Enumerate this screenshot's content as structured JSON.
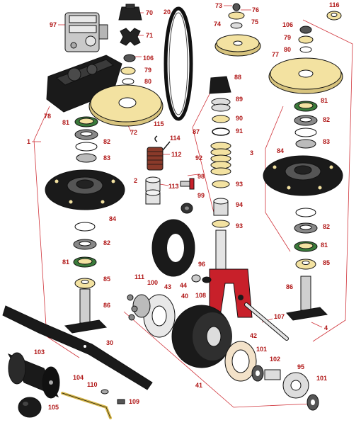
{
  "colors": {
    "callout": "#b01616",
    "leader": "#d0333a",
    "yellow_part": "#f3e2a1",
    "yellow_dark": "#d8c47e",
    "red_part": "#c8202a",
    "black_part": "#1a1a1a",
    "metal": "#c9c9c9"
  },
  "callouts": {
    "c1": "1",
    "c2": "2",
    "c3": "3",
    "c4": "4",
    "c20": "20",
    "c30": "30",
    "c40": "40",
    "c41": "41",
    "c42": "42",
    "c43": "43",
    "c44": "44",
    "c70": "70",
    "c71": "71",
    "c72": "72",
    "c73": "73",
    "c74": "74",
    "c75": "75",
    "c76": "76",
    "c77": "77",
    "c78": "78",
    "c79a": "79",
    "c79b": "79",
    "c80a": "80",
    "c80b": "80",
    "c81a": "81",
    "c81b": "81",
    "c81c": "81",
    "c81d": "81",
    "c82a": "82",
    "c82b": "82",
    "c82c": "82",
    "c82d": "82",
    "c83a": "83",
    "c83b": "83",
    "c84a": "84",
    "c84b": "84",
    "c85a": "85",
    "c85b": "85",
    "c86a": "86",
    "c86b": "86",
    "c87": "87",
    "c88": "88",
    "c89": "89",
    "c90": "90",
    "c91": "91",
    "c92": "92",
    "c93a": "93",
    "c93b": "93",
    "c94": "94",
    "c95": "95",
    "c96": "96",
    "c97": "97",
    "c98": "98",
    "c99": "99",
    "c100": "100",
    "c101a": "101",
    "c101b": "101",
    "c102": "102",
    "c103": "103",
    "c104": "104",
    "c105": "105",
    "c106a": "106",
    "c106b": "106",
    "c107": "107",
    "c108": "108",
    "c109": "109",
    "c110": "110",
    "c111": "111",
    "c112": "112",
    "c113": "113",
    "c114": "114",
    "c115": "115",
    "c116": "116"
  }
}
